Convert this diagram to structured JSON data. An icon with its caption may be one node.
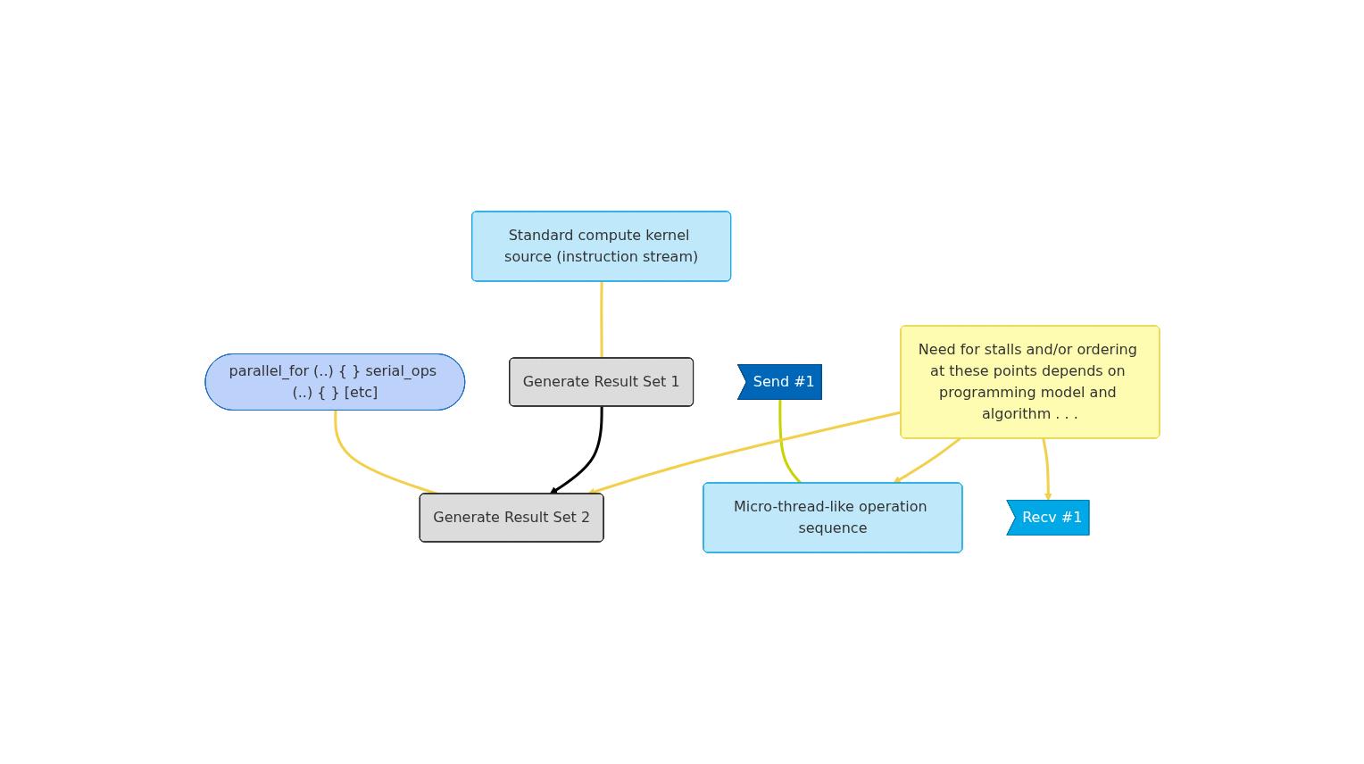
{
  "diagram": {
    "nodes": [
      {
        "text": [
          "Standard compute kernel source (instruction stream)"
        ]
      },
      {
        "text": [
          "parallel_for (..) { } serial_ops (..) { } [etc]"
        ]
      },
      {
        "text": [
          "Generate Result Set 1"
        ]
      },
      {
        "text": [
          "Generate Result Set 2"
        ]
      },
      {
        "text": [
          "Send #1"
        ]
      },
      {
        "text": [
          "Recv #1"
        ]
      },
      {
        "text": [
          "Micro-thread-like operation sequence"
        ]
      },
      {
        "text": [
          "Need for stalls and/or ordering at these points depends on programming model and algorithm . . ."
        ]
      }
    ],
    "edges": [
      {
        "from": 0,
        "to": 2,
        "arrow": "none"
      },
      {
        "from": 1,
        "to": 3,
        "arrow": "none"
      },
      {
        "from": 2,
        "to": 3,
        "arrow": "to",
        "color": "#000000"
      },
      {
        "from": 4,
        "to": 6,
        "arrow": "none",
        "color": "#c8d400"
      },
      {
        "from": 7,
        "to": 3,
        "arrow": "to"
      },
      {
        "from": 7,
        "to": 5,
        "arrow": "to"
      },
      {
        "from": 7,
        "to": 6,
        "arrow": "to"
      }
    ]
  }
}
